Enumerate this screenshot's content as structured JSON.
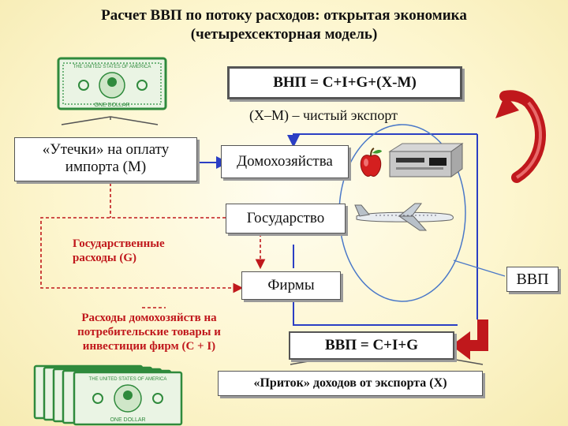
{
  "slide": {
    "title_line1": "Расчет ВВП по потоку расходов: открытая экономика",
    "title_line2": "(четырехсекторная модель)"
  },
  "boxes": {
    "gnp_formula": "ВНП = C+I+G+(X-M)",
    "net_export_note": "(X–M) – чистый экспорт",
    "leakages_line1": "«Утечки» на оплату",
    "leakages_line2": "импорта (M)",
    "households": "Домохозяйства",
    "government": "Государство",
    "firms": "Фирмы",
    "gdp_formula": "ВВП = C+I+G",
    "inflow": "«Приток» доходов от экспорта (X)",
    "gdp_label": "ВВП"
  },
  "labels": {
    "gov_spending_line1": "Государственные",
    "gov_spending_line2": "расходы (G)",
    "consumption_line1": "Расходы домохозяйств на",
    "consumption_line2": "потребительские товары и",
    "consumption_line3": "инвестиции фирм (C + I)"
  },
  "banknote": {
    "header": "THE UNITED STATES OF AMERICA",
    "footer": "ONE DOLLAR"
  },
  "colors": {
    "accent_red": "#c0181c",
    "flow_blue": "#2b3fc4",
    "banknote_green": "#2f8a3c",
    "background": "#fdf6cf"
  }
}
